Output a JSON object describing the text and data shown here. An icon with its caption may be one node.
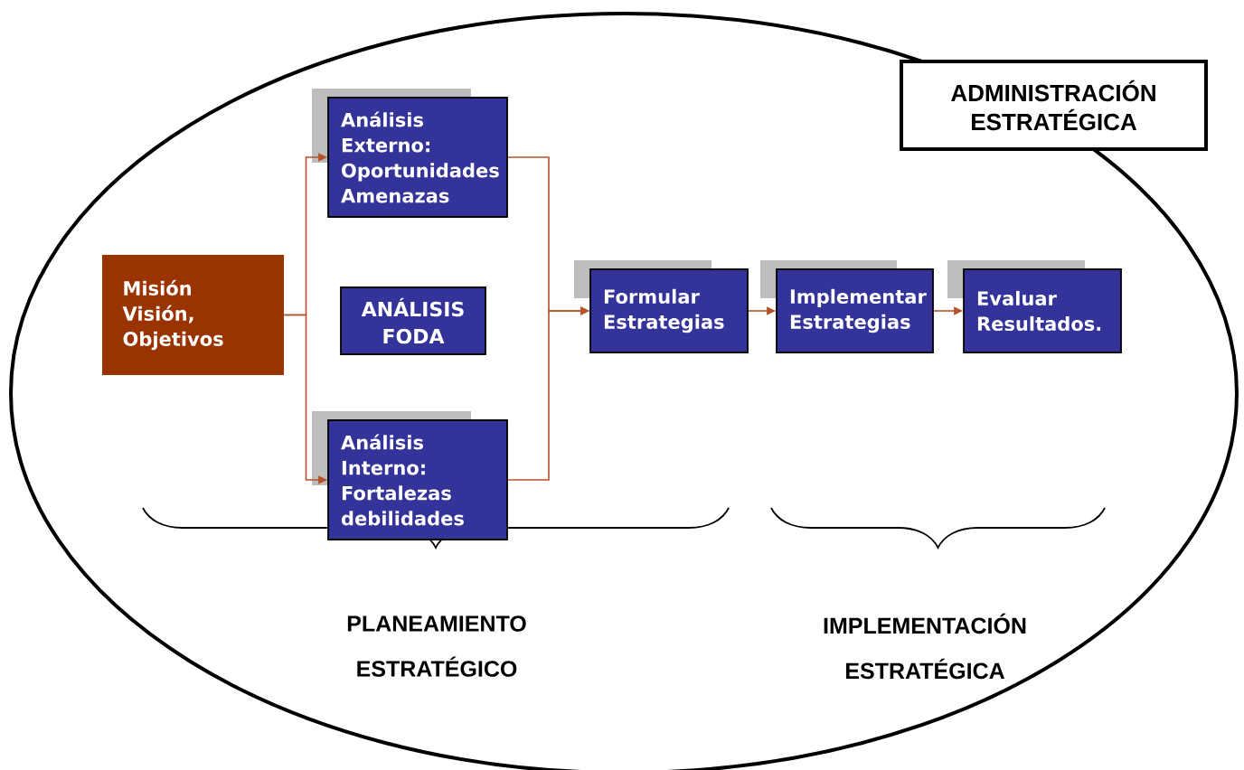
{
  "diagram": {
    "title": "ADMINISTRACIÓN ESTRATÉGICA",
    "nodes": [
      {
        "text": [
          "Misión Visión, Objetivos"
        ]
      },
      {
        "text": [
          "Análisis Externo: Oportunidades Amenazas"
        ]
      },
      {
        "text": [
          "ANÁLISIS FODA"
        ]
      },
      {
        "text": [
          "Análisis Interno: Fortalezas debilidades"
        ]
      },
      {
        "text": [
          "Formular Estrategias"
        ]
      },
      {
        "text": [
          "Implementar Estrategias"
        ]
      },
      {
        "text": [
          "Evaluar Resultados."
        ]
      }
    ],
    "edges": [
      {
        "from": 0,
        "to": 1,
        "arrow": "to"
      },
      {
        "from": 0,
        "to": 3,
        "arrow": "to"
      },
      {
        "from": 1,
        "to": 4,
        "arrow": "to"
      },
      {
        "from": 3,
        "to": 4,
        "arrow": "to"
      },
      {
        "from": 4,
        "to": 5,
        "arrow": "to"
      },
      {
        "from": 5,
        "to": 6,
        "arrow": "to"
      }
    ],
    "labels": [
      "PLANEAMIENTO ESTRATÉGICO",
      "IMPLEMENTACIÓN ESTRATÉGICA"
    ]
  }
}
